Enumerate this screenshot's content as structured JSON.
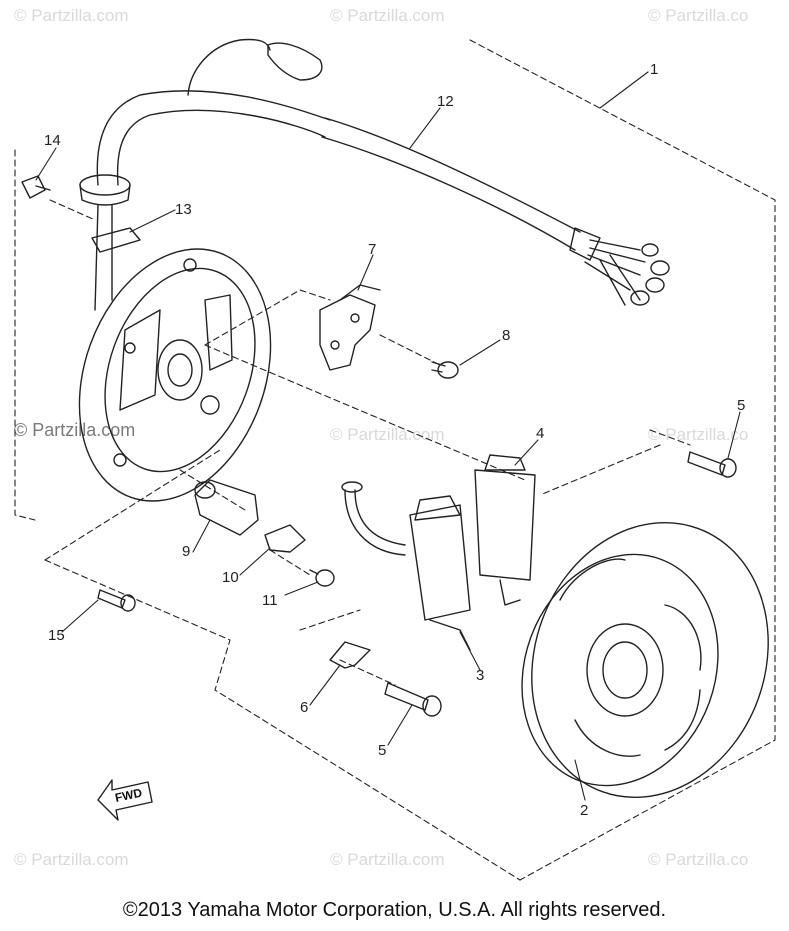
{
  "watermarks": [
    "© Partzilla.com",
    "© Partzilla.com",
    "© Partzilla.co",
    "© Partzilla.com",
    "© Partzilla.com",
    "© Partzilla.co",
    "© Partzilla.com",
    "© Partzilla.com",
    "© Partzilla.co"
  ],
  "callouts": [
    "1",
    "12",
    "14",
    "13",
    "7",
    "8",
    "5",
    "4",
    "9",
    "10",
    "11",
    "15",
    "3",
    "6",
    "5",
    "2"
  ],
  "fwd_label": "FWD",
  "copyright": "©2013  Yamaha Motor Corporation, U.S.A. All rights reserved.",
  "colors": {
    "ink": "#222222",
    "watermark": "#d9d9d9",
    "background": "#ffffff"
  }
}
